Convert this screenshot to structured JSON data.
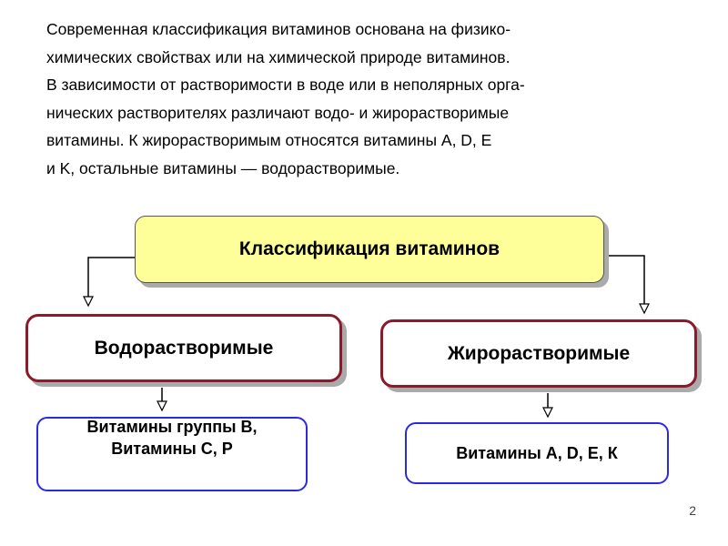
{
  "intro": {
    "lines": [
      "Современная классификация витаминов основана на физико-",
      "химических свойствах или на химической природе витаминов.",
      "В зависимости от растворимости в воде или в неполярных орга-",
      "нических растворителях различают водо- и жирорастворимые",
      "витамины. К жирорастворимым относятся витамины A, D, E",
      "и K, остальные витамины — водорастворимые."
    ]
  },
  "diagram": {
    "root": "Классификация витаминов",
    "water_soluble": {
      "label": "Водорастворимые",
      "examples": "Витамины группы B,\nВитамины С, Р"
    },
    "fat_soluble": {
      "label": "Жирорастворимые",
      "examples": "Витамины A, D, E, К"
    }
  },
  "page_number": "2"
}
